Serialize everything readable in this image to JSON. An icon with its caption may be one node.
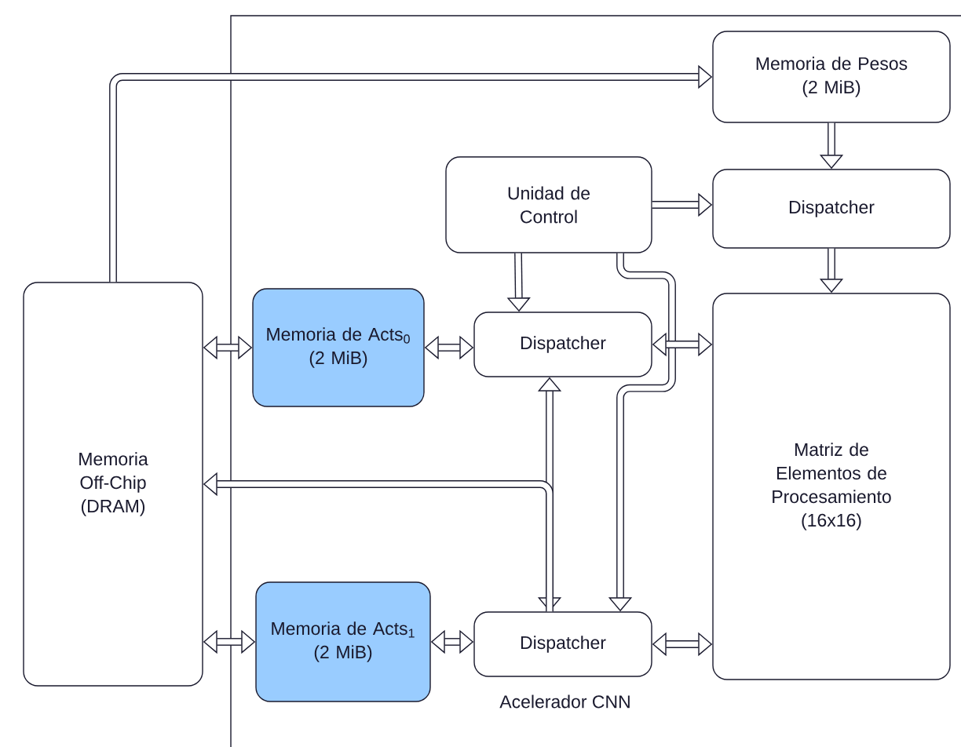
{
  "diagram": {
    "nodes": [
      {
        "text": [
          "Acelerador CNN"
        ]
      },
      {
        "text": [
          "Memoria de Pesos",
          "(2 MiB)"
        ],
        "in": 0
      },
      {
        "text": [
          "Unidad de Control"
        ],
        "in": 0
      },
      {
        "text": [
          "Dispatcher"
        ],
        "in": 0
      },
      {
        "text": [
          "Memoria Off-Chip (DRAM)"
        ]
      },
      {
        "text": [
          "Memoria de Acts$_{0}$",
          "(2 MiB)"
        ],
        "in": 0
      },
      {
        "text": [
          "Dispatcher"
        ],
        "in": 0
      },
      {
        "text": [
          "Matriz de Elementos de Procesamiento (16x16)"
        ],
        "in": 0
      },
      {
        "text": [
          "Memoria de Acts$_{1}$",
          "(2 MiB)"
        ],
        "in": 0
      },
      {
        "text": [
          "Dispatcher"
        ],
        "in": 0
      }
    ],
    "edges": [
      {
        "from": 4,
        "to": 1,
        "arrow": "to"
      },
      {
        "from": 1,
        "to": 3,
        "arrow": "to"
      },
      {
        "from": 2,
        "to": 3,
        "arrow": "to"
      },
      {
        "from": 3,
        "to": 7,
        "arrow": "to"
      },
      {
        "from": 2,
        "to": 6,
        "arrow": "to"
      },
      {
        "from": 2,
        "to": 9,
        "arrow": "to"
      },
      {
        "from": 4,
        "to": 5,
        "arrow": "both"
      },
      {
        "from": 5,
        "to": 6,
        "arrow": "both"
      },
      {
        "from": 6,
        "to": 7,
        "arrow": "both"
      },
      {
        "from": 4,
        "to": 8,
        "arrow": "both"
      },
      {
        "from": 8,
        "to": 9,
        "arrow": "both"
      },
      {
        "from": 9,
        "to": 7,
        "arrow": "both"
      },
      {
        "from": 6,
        "to": 9,
        "arrow": "both"
      },
      {
        "from": 9,
        "to": 4,
        "arrow": "to"
      }
    ]
  }
}
